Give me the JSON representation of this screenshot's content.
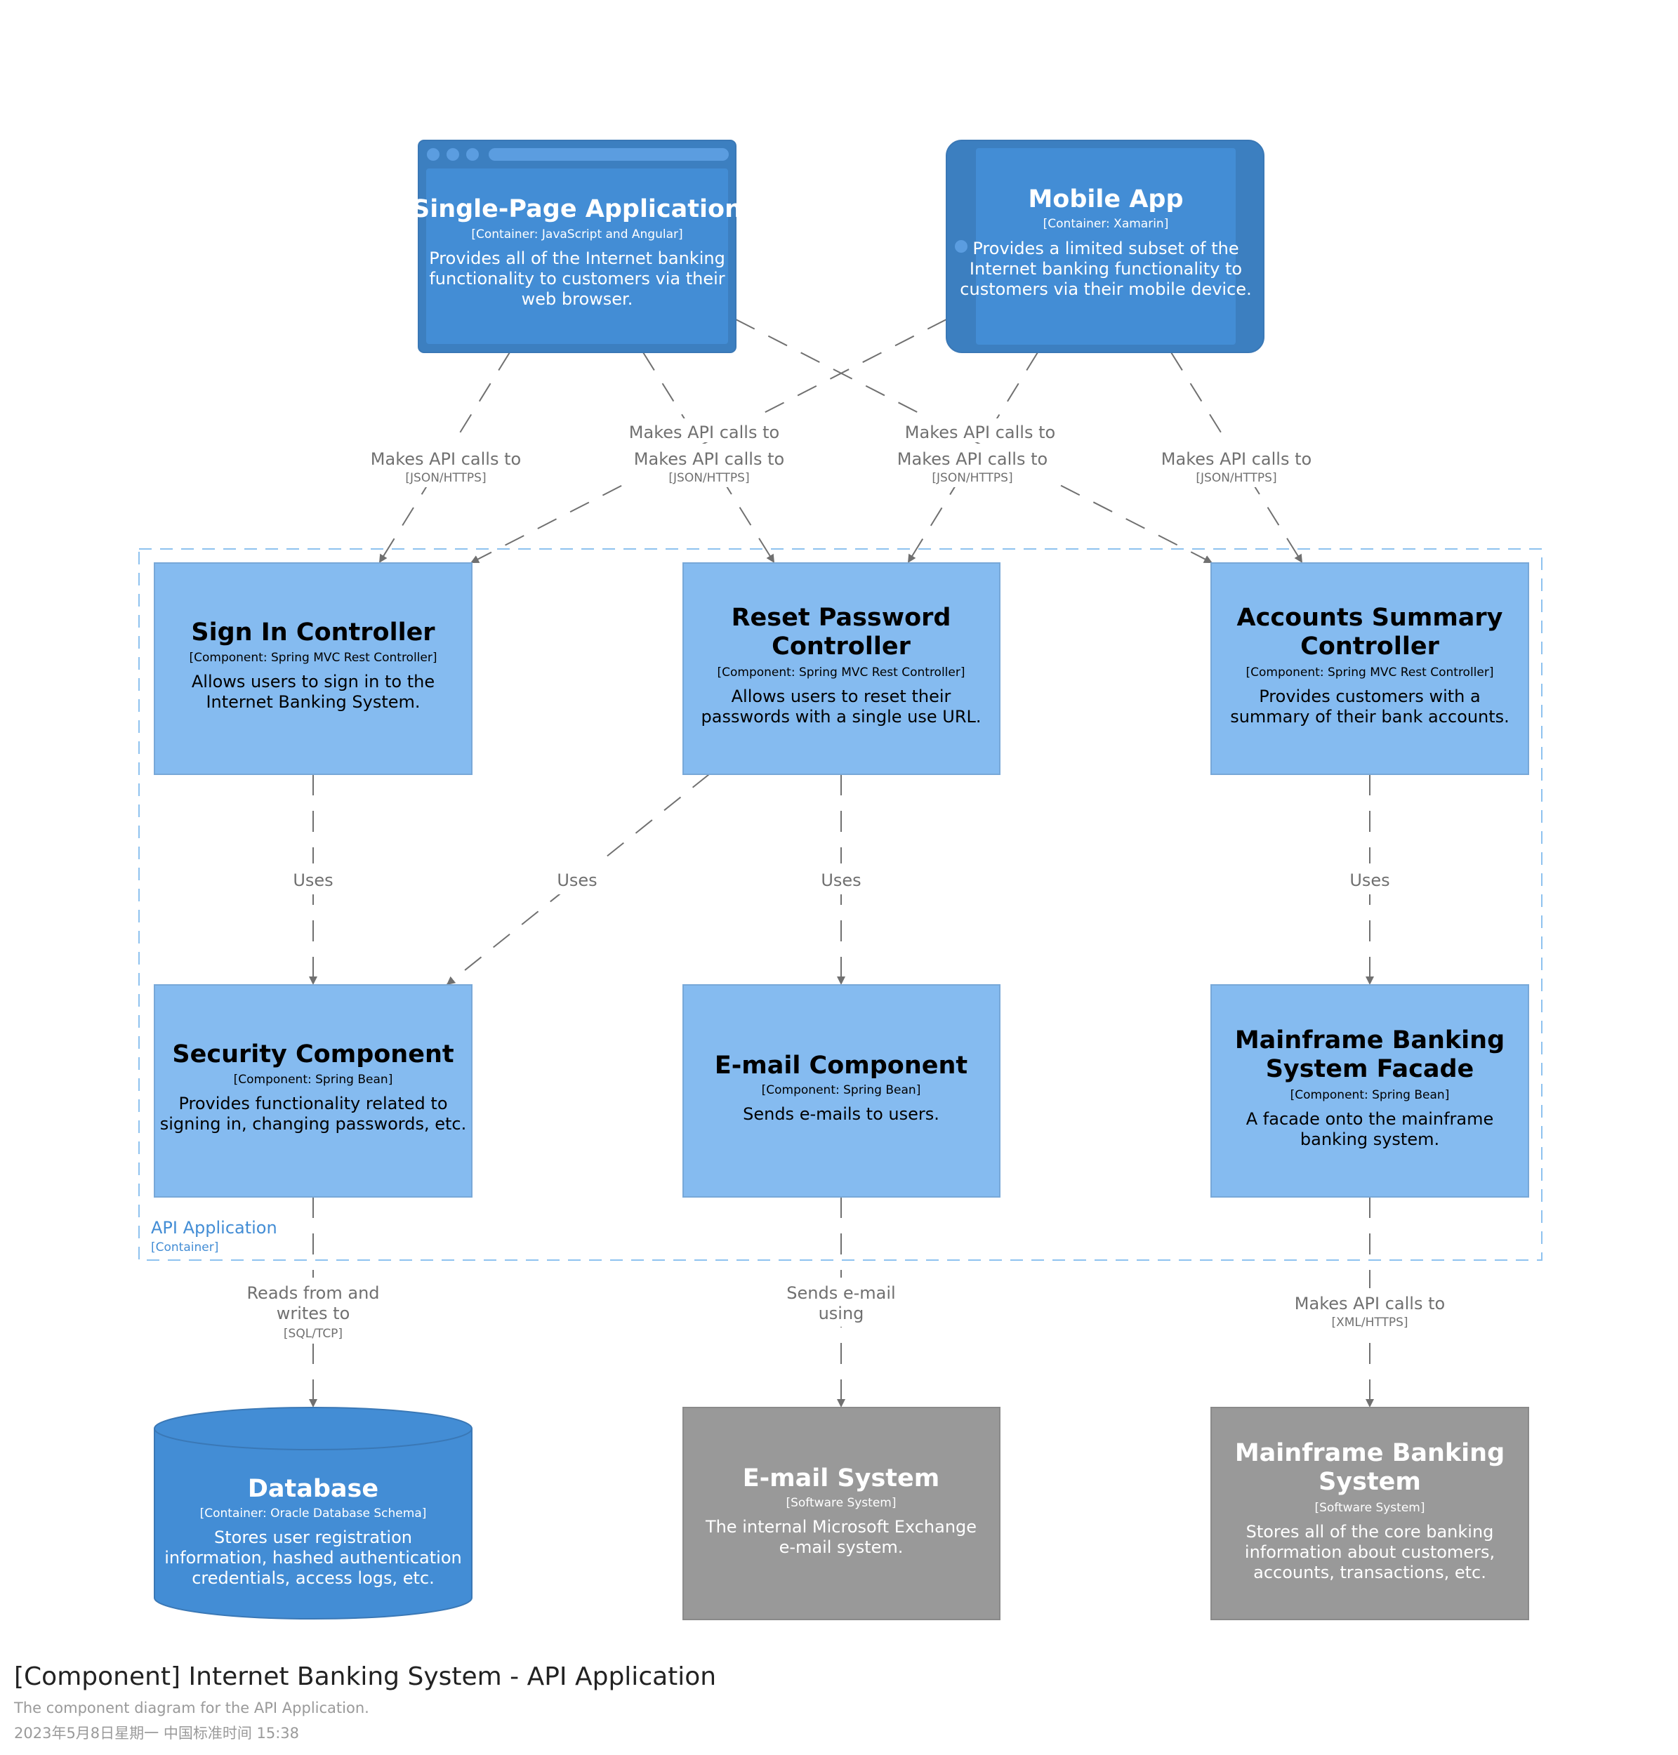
{
  "diagram": {
    "title": "[Component] Internet Banking System - API Application",
    "description": "The component diagram for the API Application.",
    "timestamp": "2023年5月8日星期一 中国标准时间 15:38"
  },
  "boundary": {
    "name": "API Application",
    "type": "[Container]"
  },
  "containers": {
    "spa": {
      "name": "Single-Page Application",
      "tech": "[Container: JavaScript and Angular]",
      "desc": [
        "Provides all of the Internet banking",
        "functionality to customers via their",
        "web browser."
      ]
    },
    "mobile": {
      "name": "Mobile App",
      "tech": "[Container: Xamarin]",
      "desc": [
        "Provides a limited subset of the",
        "Internet banking functionality to",
        "customers via their mobile device."
      ]
    },
    "database": {
      "name": "Database",
      "tech": "[Container: Oracle Database Schema]",
      "desc": [
        "Stores user registration",
        "information, hashed authentication",
        "credentials, access logs, etc."
      ]
    }
  },
  "components": {
    "signin": {
      "name": [
        "Sign In Controller"
      ],
      "tech": "[Component: Spring MVC Rest Controller]",
      "desc": [
        "Allows users to sign in to the",
        "Internet Banking System."
      ]
    },
    "reset": {
      "name": [
        "Reset Password",
        "Controller"
      ],
      "tech": "[Component: Spring MVC Rest Controller]",
      "desc": [
        "Allows users to reset their",
        "passwords with a single use URL."
      ]
    },
    "accounts": {
      "name": [
        "Accounts Summary",
        "Controller"
      ],
      "tech": "[Component: Spring MVC Rest Controller]",
      "desc": [
        "Provides customers with a",
        "summary of their bank accounts."
      ]
    },
    "security": {
      "name": [
        "Security Component"
      ],
      "tech": "[Component: Spring Bean]",
      "desc": [
        "Provides functionality related to",
        "signing in, changing passwords, etc."
      ]
    },
    "email": {
      "name": [
        "E-mail Component"
      ],
      "tech": "[Component: Spring Bean]",
      "desc": [
        "Sends e-mails to users."
      ]
    },
    "facade": {
      "name": [
        "Mainframe Banking",
        "System Facade"
      ],
      "tech": "[Component: Spring Bean]",
      "desc": [
        "A facade onto the mainframe",
        "banking system."
      ]
    }
  },
  "systems": {
    "emailsys": {
      "name": [
        "E-mail System"
      ],
      "tech": "[Software System]",
      "desc": [
        "The internal Microsoft Exchange",
        "e-mail system."
      ]
    },
    "mainframe": {
      "name": [
        "Mainframe Banking",
        "System"
      ],
      "tech": "[Software System]",
      "desc": [
        "Stores all of the core banking",
        "information about customers,",
        "accounts, transactions, etc."
      ]
    }
  },
  "relationships": {
    "spa_signin": {
      "label": [
        "Makes API calls to"
      ],
      "tech": "[JSON/HTTPS]"
    },
    "mobile_signin": {
      "label": [
        "Makes API calls to"
      ],
      "tech": ""
    },
    "spa_reset": {
      "label": [
        "Makes API calls to"
      ],
      "tech": "[JSON/HTTPS]"
    },
    "mobile_reset": {
      "label": [
        "Makes API calls to"
      ],
      "tech": "[JSON/HTTPS]"
    },
    "spa_accounts": {
      "label": [
        "Makes API calls to"
      ],
      "tech": ""
    },
    "mobile_accounts": {
      "label": [
        "Makes API calls to"
      ],
      "tech": "[JSON/HTTPS]"
    },
    "signin_security": {
      "label": [
        "Uses"
      ],
      "tech": ""
    },
    "reset_security": {
      "label": [
        "Uses"
      ],
      "tech": ""
    },
    "reset_email": {
      "label": [
        "Uses"
      ],
      "tech": ""
    },
    "accounts_facade": {
      "label": [
        "Uses"
      ],
      "tech": ""
    },
    "security_db": {
      "label": [
        "Reads from and",
        "writes to"
      ],
      "tech": "[SQL/TCP]"
    },
    "email_emailsys": {
      "label": [
        "Sends e-mail",
        "using"
      ],
      "tech": ""
    },
    "facade_mainframe": {
      "label": [
        "Makes API calls to"
      ],
      "tech": "[XML/HTTPS]"
    }
  },
  "colors": {
    "container": "#438dd5",
    "container_dark": "#3c7fc0",
    "component": "#85bbf0",
    "component_border": "#78a8d8",
    "external": "#999999",
    "external_border": "#8a8a8a",
    "boundary": "#8ec2ef",
    "edge": "#707070",
    "boundary_text": "#438dd5"
  }
}
